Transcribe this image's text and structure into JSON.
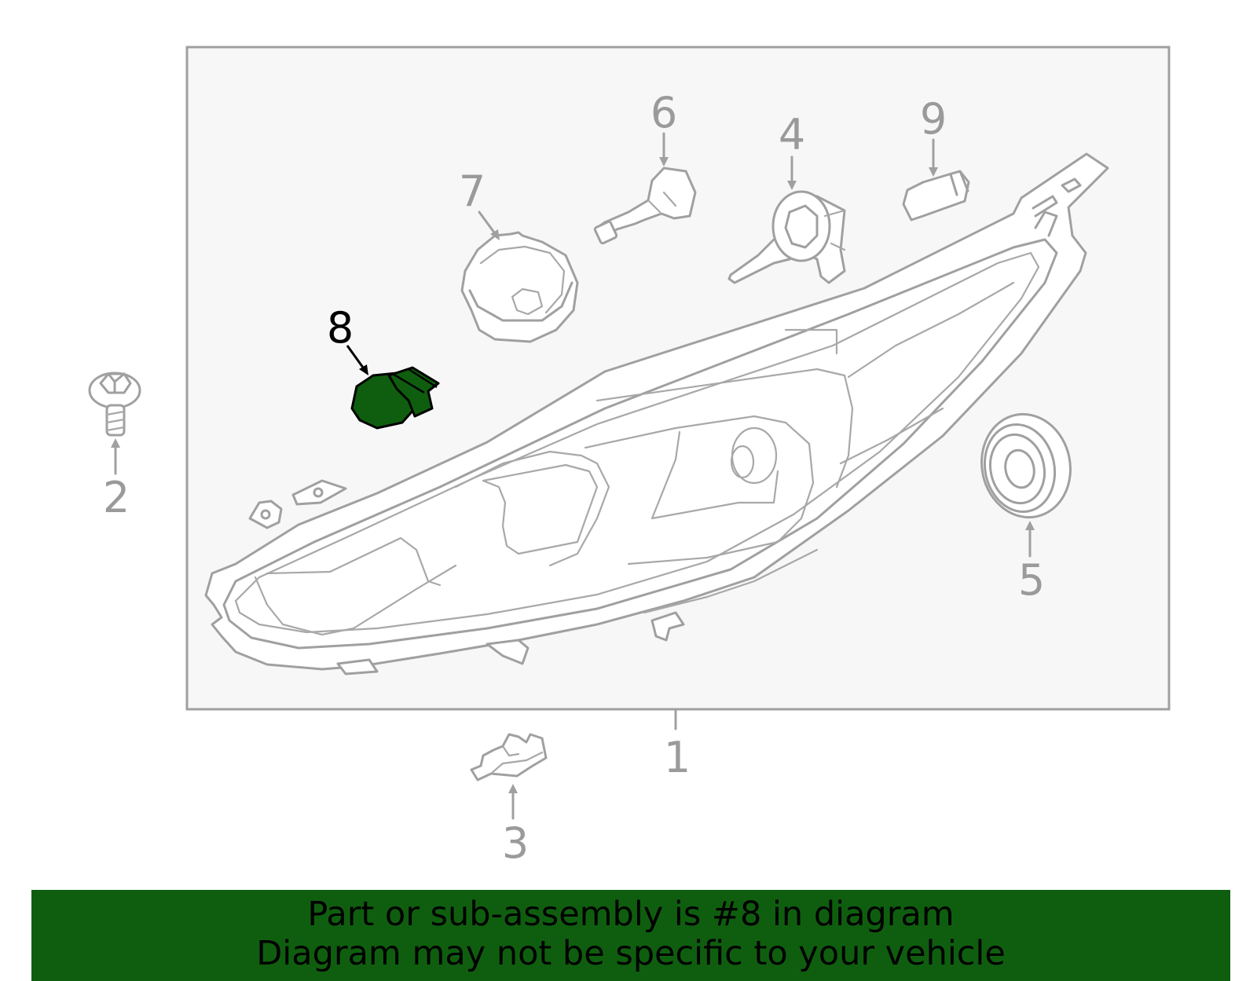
{
  "diagram": {
    "callouts": [
      {
        "id": "1",
        "label": "1",
        "highlighted": false
      },
      {
        "id": "2",
        "label": "2",
        "highlighted": false
      },
      {
        "id": "3",
        "label": "3",
        "highlighted": false
      },
      {
        "id": "4",
        "label": "4",
        "highlighted": false
      },
      {
        "id": "5",
        "label": "5",
        "highlighted": false
      },
      {
        "id": "6",
        "label": "6",
        "highlighted": false
      },
      {
        "id": "7",
        "label": "7",
        "highlighted": false
      },
      {
        "id": "8",
        "label": "8",
        "highlighted": true
      },
      {
        "id": "9",
        "label": "9",
        "highlighted": false
      }
    ],
    "highlight_color": "#0f5e0f",
    "frame_fill": "#f7f7f7",
    "line_color": "#a0a0a0"
  },
  "banner": {
    "line1": "Part or sub-assembly is #8 in diagram",
    "line2": "Diagram may not be specific to your vehicle",
    "background": "#0f5e0f"
  }
}
